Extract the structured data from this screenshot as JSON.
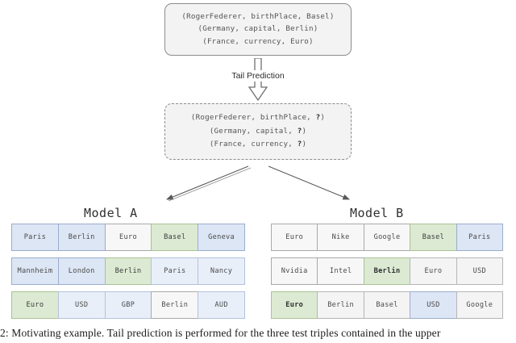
{
  "figure": {
    "caption": "2: Motivating example. Tail prediction is performed for the three test triples contained in the upper"
  },
  "train_box": {
    "name": "training-triples",
    "lines": [
      "(RogerFederer, birthPlace, Basel)",
      "(Germany, capital, Berlin)",
      "(France, currency, Euro)"
    ]
  },
  "prediction_arrow": {
    "label": "Tail Prediction",
    "icon": "down-block-arrow-icon"
  },
  "test_box": {
    "name": "test-triples-with-unknown-tails",
    "lines": [
      {
        "prefix": "(RogerFederer, birthPlace, ",
        "tail": "?",
        "suffix": ")"
      },
      {
        "prefix": "(Germany, capital, ",
        "tail": "?",
        "suffix": ")"
      },
      {
        "prefix": "(France, currency, ",
        "tail": "?",
        "suffix": ")"
      }
    ]
  },
  "models": [
    {
      "title": "Model A",
      "rows": [
        [
          {
            "label": "Paris",
            "fill": "fill-blue",
            "bold": false
          },
          {
            "label": "Berlin",
            "fill": "fill-blue",
            "bold": false
          },
          {
            "label": "Euro",
            "fill": "fill-white",
            "bold": false
          },
          {
            "label": "Basel",
            "fill": "fill-green",
            "bold": false
          },
          {
            "label": "Geneva",
            "fill": "fill-blue",
            "bold": false
          }
        ],
        [
          {
            "label": "Mannheim",
            "fill": "fill-blue",
            "bold": false
          },
          {
            "label": "London",
            "fill": "fill-blue",
            "bold": false
          },
          {
            "label": "Berlin",
            "fill": "fill-green",
            "bold": false
          },
          {
            "label": "Paris",
            "fill": "fill-blue-lt",
            "bold": false
          },
          {
            "label": "Nancy",
            "fill": "fill-blue-lt",
            "bold": false
          }
        ],
        [
          {
            "label": "Euro",
            "fill": "fill-green",
            "bold": false
          },
          {
            "label": "USD",
            "fill": "fill-blue-lt",
            "bold": false
          },
          {
            "label": "GBP",
            "fill": "fill-blue-lt",
            "bold": false
          },
          {
            "label": "Berlin",
            "fill": "fill-white",
            "bold": false
          },
          {
            "label": "AUD",
            "fill": "fill-blue-lt",
            "bold": false
          }
        ]
      ]
    },
    {
      "title": "Model B",
      "rows": [
        [
          {
            "label": "Euro",
            "fill": "fill-white",
            "bold": false
          },
          {
            "label": "Nike",
            "fill": "fill-white",
            "bold": false
          },
          {
            "label": "Google",
            "fill": "fill-white",
            "bold": false
          },
          {
            "label": "Basel",
            "fill": "fill-green",
            "bold": false
          },
          {
            "label": "Paris",
            "fill": "fill-blue",
            "bold": false
          }
        ],
        [
          {
            "label": "Nvidia",
            "fill": "fill-white",
            "bold": false
          },
          {
            "label": "Intel",
            "fill": "fill-white",
            "bold": false
          },
          {
            "label": "Berlin",
            "fill": "fill-green",
            "bold": true
          },
          {
            "label": "Euro",
            "fill": "fill-gray",
            "bold": false
          },
          {
            "label": "USD",
            "fill": "fill-gray",
            "bold": false
          }
        ],
        [
          {
            "label": "Euro",
            "fill": "fill-green",
            "bold": true
          },
          {
            "label": "Berlin",
            "fill": "fill-gray",
            "bold": false
          },
          {
            "label": "Basel",
            "fill": "fill-gray",
            "bold": false
          },
          {
            "label": "USD",
            "fill": "fill-blue",
            "bold": false
          },
          {
            "label": "Google",
            "fill": "fill-gray",
            "bold": false
          }
        ]
      ]
    }
  ],
  "colors": {
    "correct_green": "#dcead3",
    "candidate_blue": "#dde6f5",
    "neutral_white": "#f7f7f7"
  }
}
